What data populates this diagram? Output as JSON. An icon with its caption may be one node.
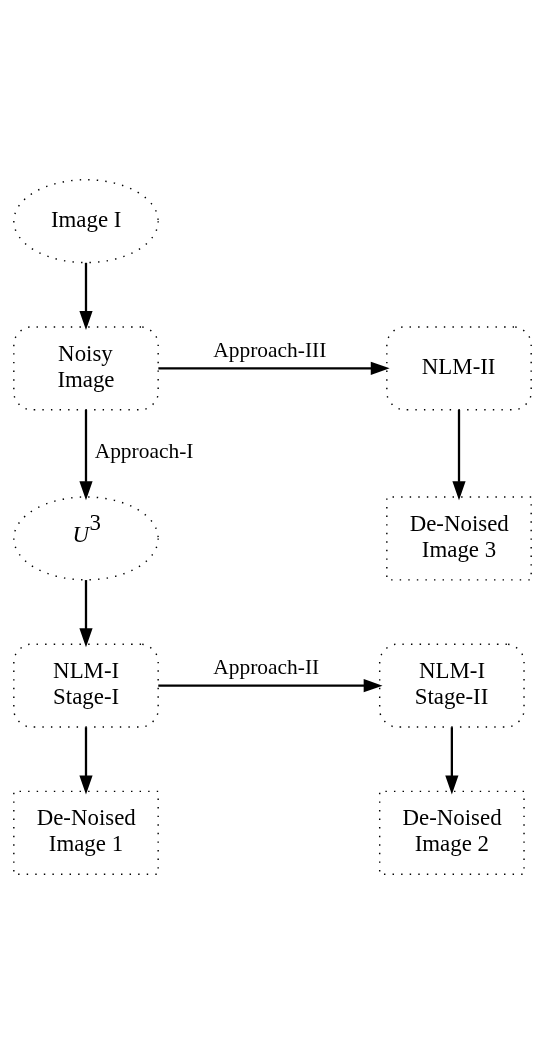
{
  "diagram": {
    "nodes": [
      {
        "text": [
          "Image I"
        ]
      },
      {
        "text": [
          "Noisy Image"
        ]
      },
      {
        "text": [
          "NLM-II"
        ]
      },
      {
        "text": [
          "De-Noised Image 3"
        ]
      },
      {
        "text": [
          "*U*$^{3}$"
        ]
      },
      {
        "text": [
          "NLM-I Stage-I"
        ]
      },
      {
        "text": [
          "NLM-I Stage-II"
        ]
      },
      {
        "text": [
          "De-Noised Image 1"
        ]
      },
      {
        "text": [
          "De-Noised Image 2"
        ]
      }
    ],
    "edges": [
      {
        "from": 0,
        "to": 1,
        "arrow": "to"
      },
      {
        "from": 1,
        "to": 2,
        "arrow": "to",
        "label": "Approach-III"
      },
      {
        "from": 2,
        "to": 3,
        "arrow": "to"
      },
      {
        "from": 1,
        "to": 4,
        "arrow": "to",
        "label": "Approach-I"
      },
      {
        "from": 4,
        "to": 5,
        "arrow": "to"
      },
      {
        "from": 5,
        "to": 6,
        "arrow": "to",
        "label": "Approach-II"
      },
      {
        "from": 5,
        "to": 7,
        "arrow": "to"
      },
      {
        "from": 6,
        "to": 8,
        "arrow": "to"
      }
    ]
  }
}
